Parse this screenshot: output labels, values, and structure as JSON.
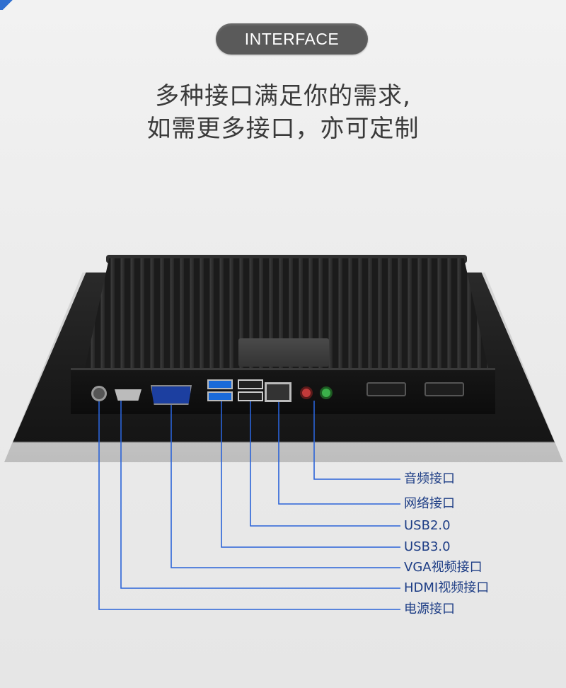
{
  "badge": {
    "text": "INTERFACE"
  },
  "headline": {
    "line1": "多种接口满足你的需求,",
    "line2": "如需更多接口，亦可定制"
  },
  "callouts": [
    {
      "label": "音频接口"
    },
    {
      "label": "网络接口"
    },
    {
      "label": "USB2.0"
    },
    {
      "label": "USB3.0"
    },
    {
      "label": "VGA视频接口"
    },
    {
      "label": "HDMI视频接口"
    },
    {
      "label": "电源接口"
    }
  ],
  "colors": {
    "leader_line": "#2a63d8",
    "label_text": "#1d3d85",
    "badge_bg": "#5a5a5a"
  }
}
